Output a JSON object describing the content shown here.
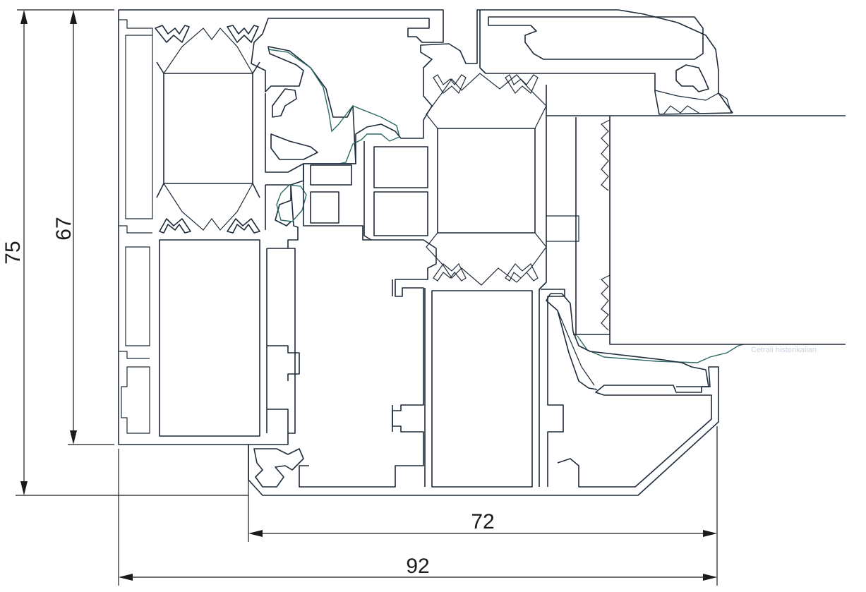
{
  "dimensions": {
    "overall_height": "75",
    "frame_height": "67",
    "sash_width": "72",
    "overall_width": "92"
  },
  "watermark": "Cetrali historikalian",
  "colors": {
    "profile_stroke": "#1d2b3a",
    "gasket_stroke": "#2c6a63",
    "dimension_stroke": "#1a1a1a"
  }
}
